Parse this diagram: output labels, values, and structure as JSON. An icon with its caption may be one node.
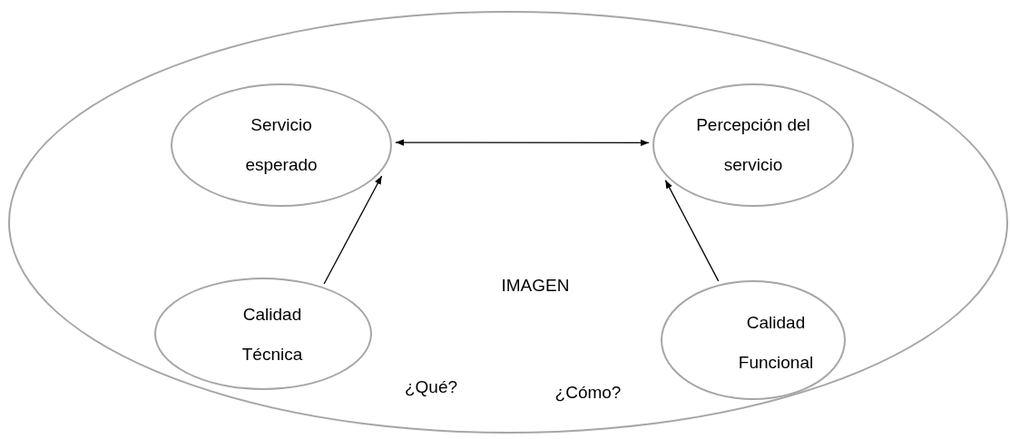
{
  "diagram": {
    "nodes": [
      {
        "text": [
          "IMAGEN"
        ]
      },
      {
        "text": [
          "Servicio esperado"
        ],
        "in": 0
      },
      {
        "text": [
          "Percepción del servicio"
        ],
        "in": 0
      },
      {
        "text": [
          "Calidad Técnica"
        ],
        "in": 0
      },
      {
        "text": [
          "Calidad Funcional"
        ],
        "in": 0
      }
    ],
    "edges": [
      {
        "from": 1,
        "to": 2,
        "arrow": "both"
      },
      {
        "from": 3,
        "to": 1,
        "arrow": "to"
      },
      {
        "from": 4,
        "to": 2,
        "arrow": "to"
      }
    ],
    "labels": [
      "¿Qué?",
      "¿Cómo?"
    ]
  }
}
